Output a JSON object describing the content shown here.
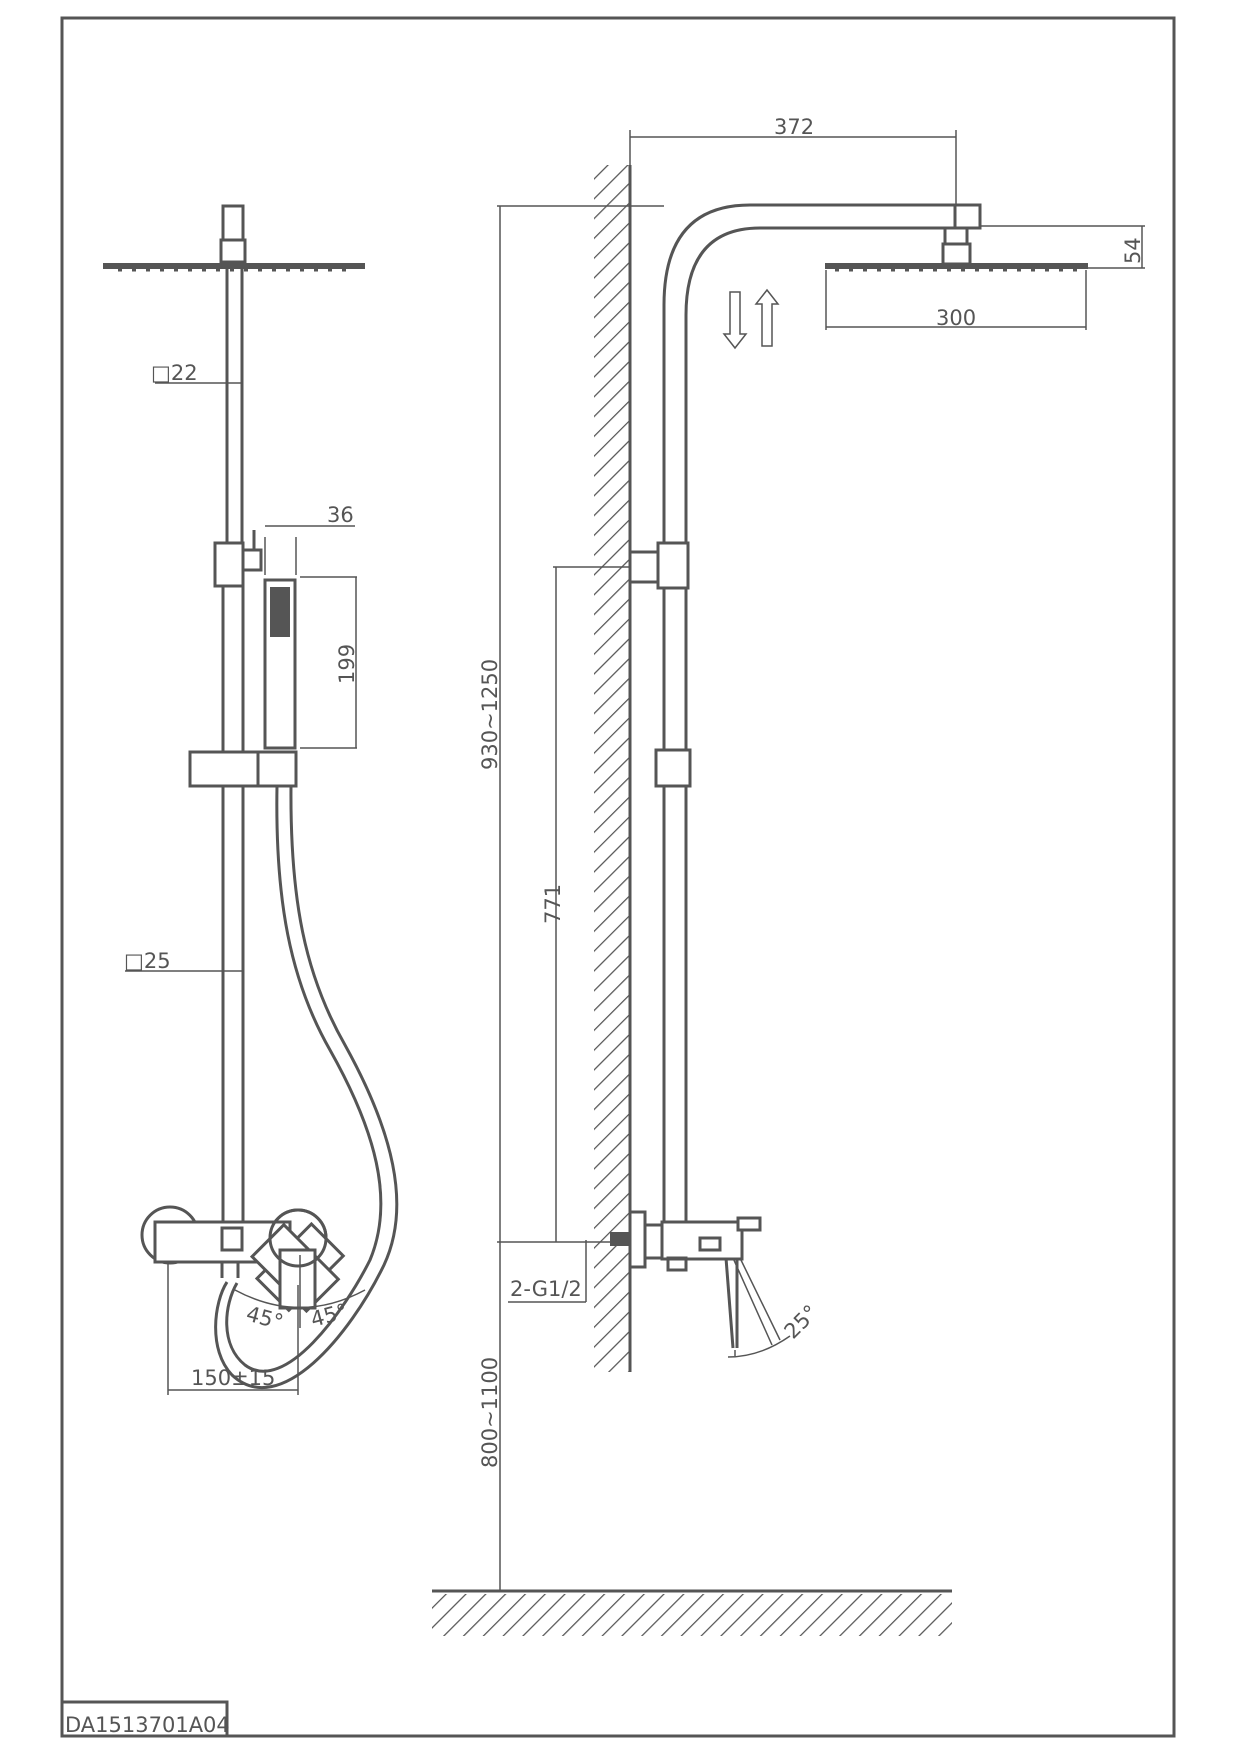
{
  "drawing": {
    "code": "DA1513701A04",
    "line_color": "#555555",
    "background": "#ffffff"
  },
  "front_view": {
    "upper_tube_size": "□22",
    "lower_tube_size": "□25",
    "handshower_width": "36",
    "handshower_length": "199",
    "angle_left": "45°",
    "angle_right": "45°",
    "inlet_spacing": "150±15"
  },
  "side_view": {
    "arm_reach": "372",
    "head_height": "54",
    "head_diameter": "300",
    "adjust_range": "930~1250",
    "bracket_to_inlet": "771",
    "inlet_thread": "2-G1/2",
    "lever_angle": "25°",
    "inlet_height": "800~1100",
    "adjust_arrows": "down-up-arrows-icon"
  }
}
